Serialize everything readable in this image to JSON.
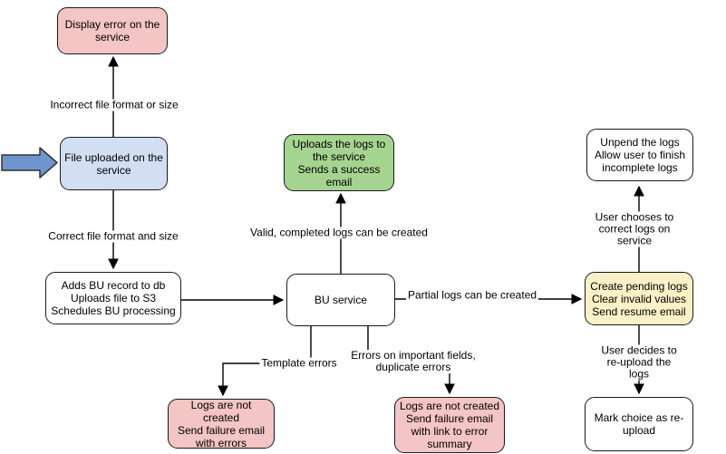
{
  "canvas": {
    "background": "#ffffff",
    "line_color": "#000000"
  },
  "nodes": {
    "display_error": {
      "text": "Display error on the\nservice",
      "fill": "#f3c5c4"
    },
    "file_uploaded": {
      "text": "File uploaded on the\nservice",
      "fill": "#d2dff2"
    },
    "adds_bu_record": {
      "text": "Adds BU record to db\nUploads file to S3\nSchedules BU processing",
      "fill": "#ffffff"
    },
    "bu_service": {
      "text": "BU service",
      "fill": "#ffffff"
    },
    "uploads_logs": {
      "text": "Uploads the logs to\nthe service\nSends a success\nemail",
      "fill": "#a5d491"
    },
    "unpend_logs": {
      "text": "Unpend the logs\nAllow user to finish\nincomplete logs",
      "fill": "#ffffff"
    },
    "create_pending_logs": {
      "text": "Create pending logs\nClear invalid values\nSend resume email",
      "fill": "#fcf0c6"
    },
    "logs_not_created_template": {
      "text": "Logs are not created\nSend failure email\nwith errors",
      "fill": "#f3c5c4"
    },
    "logs_not_created_fields": {
      "text": "Logs are not created\nSend failure email\nwith link to error\nsummary",
      "fill": "#f3c5c4"
    },
    "mark_reupload": {
      "text": "Mark choice as re-\nupload",
      "fill": "#ffffff"
    }
  },
  "edge_labels": {
    "incorrect_format": "Incorrect file format or size",
    "correct_format": "Correct file format and size",
    "valid_logs": "Valid, completed logs can be created",
    "partial_logs": "Partial logs can be created",
    "template_errors": "Template errors",
    "important_field_errors": "Errors on important fields,\nduplicate errors",
    "user_corrects": "User chooses to correct logs on service",
    "user_reuploads": "User decides to re-upload the logs"
  },
  "icons": {
    "entry_arrow_fill": "#6e95cf"
  }
}
